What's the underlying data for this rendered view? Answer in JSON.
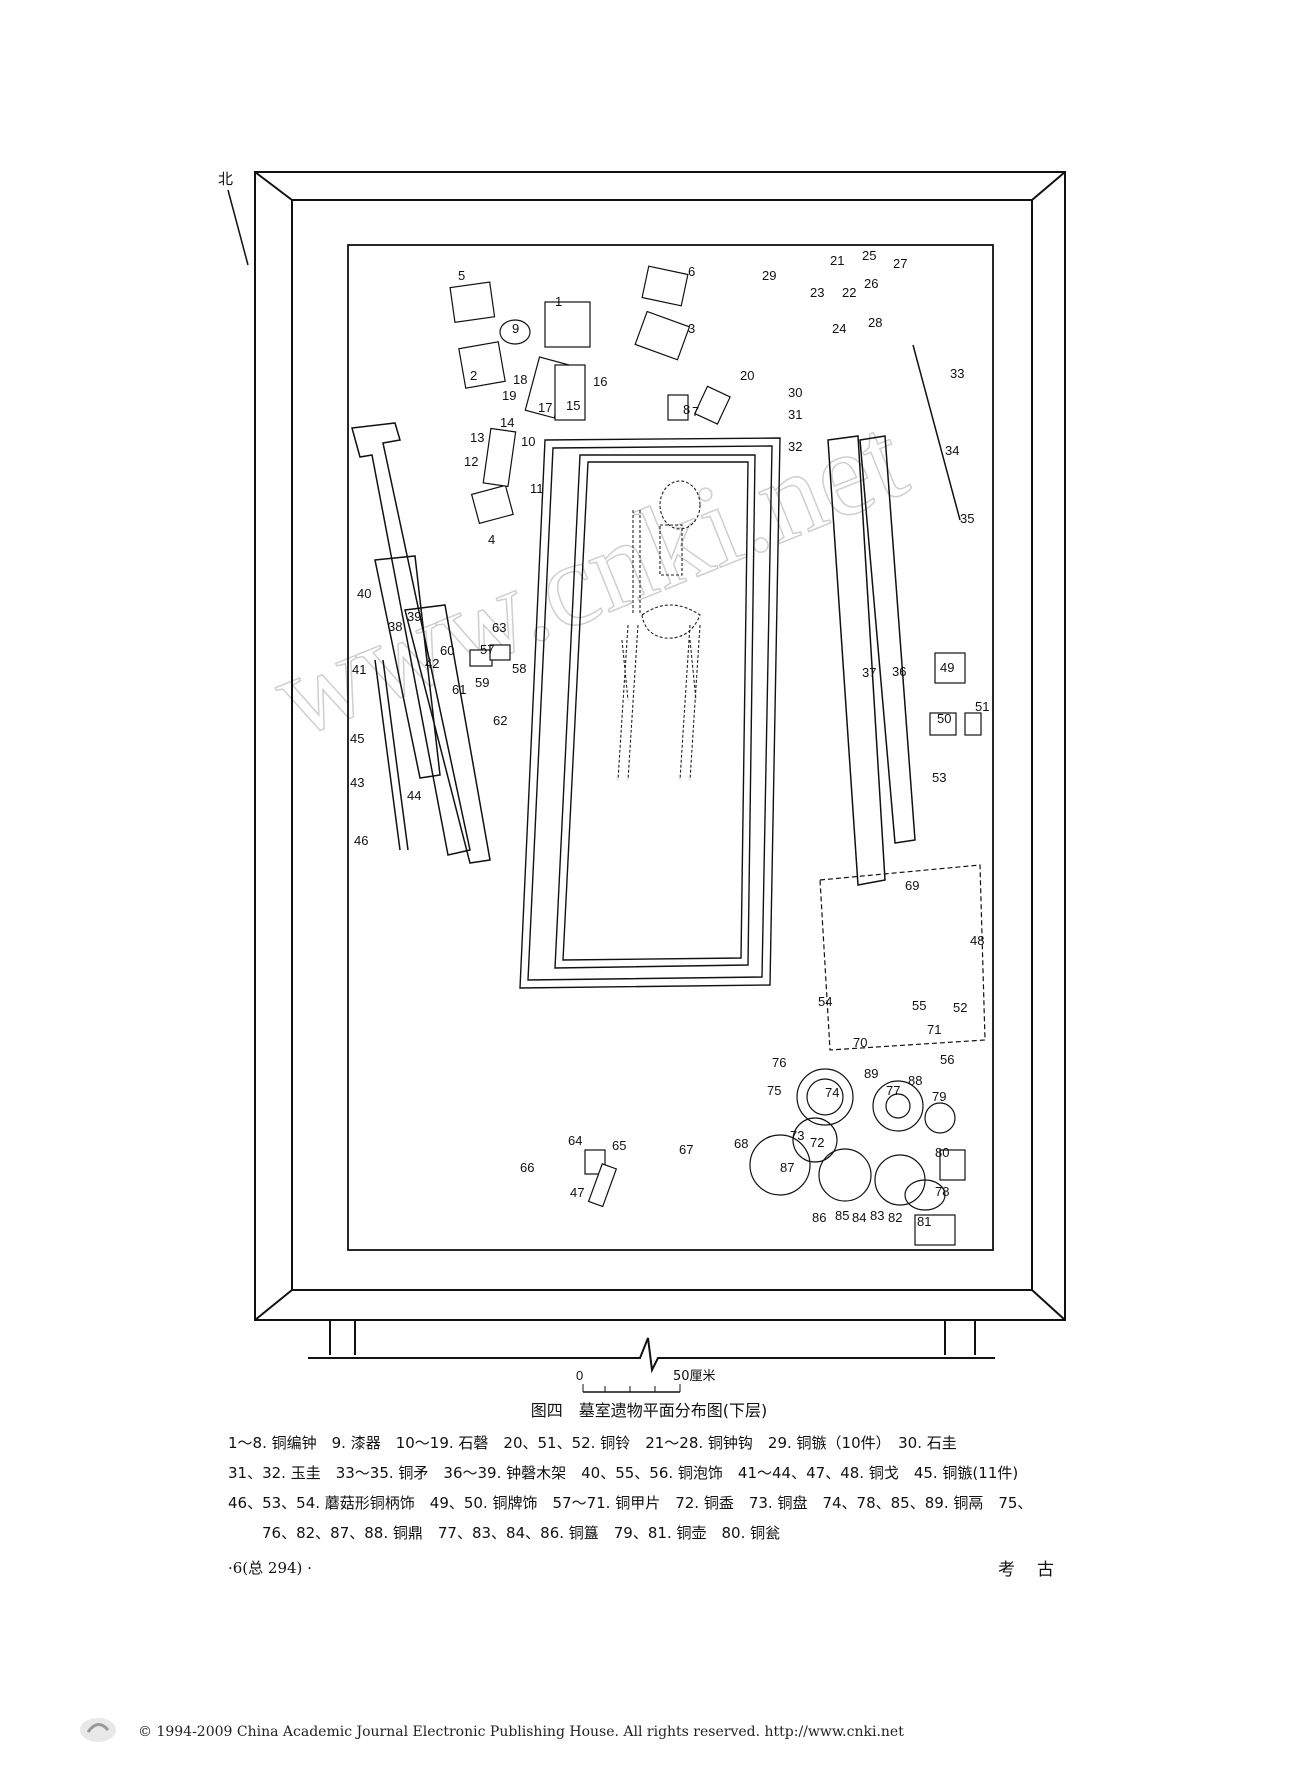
{
  "north_label": "北",
  "scale_bar": {
    "start": "0",
    "end": "50厘米"
  },
  "watermark": "www.cnki.net",
  "caption": "图四　墓室遗物平面分布图(下层)",
  "legend_lines": [
    "1～8. 铜编钟　9. 漆器　10～19. 石磬　20、51、52. 铜铃　21～28. 铜钟钩　29. 铜镞（10件）　30. 石圭",
    "31、32. 玉圭　33～35. 铜矛　36～39. 钟磬木架　40、55、56. 铜泡饰　41～44、47、48. 铜戈　45. 铜镞(11件)",
    "46、53、54. 蘑菇形铜柄饰　49、50. 铜牌饰　57～71. 铜甲片　72. 铜盉　73. 铜盘　74、78、85、89. 铜鬲　75、",
    "76、82、87、88. 铜鼎　77、83、84、86. 铜簋　79、81. 铜壶　80. 铜瓮"
  ],
  "labels": [
    {
      "t": "1"
    },
    {
      "t": "2"
    },
    {
      "t": "3"
    },
    {
      "t": "4"
    },
    {
      "t": "5"
    },
    {
      "t": "6"
    },
    {
      "t": "7"
    },
    {
      "t": "8"
    },
    {
      "t": "9"
    },
    {
      "t": "10"
    },
    {
      "t": "11"
    },
    {
      "t": "12"
    },
    {
      "t": "13"
    },
    {
      "t": "14"
    },
    {
      "t": "15"
    },
    {
      "t": "16"
    },
    {
      "t": "17"
    },
    {
      "t": "18"
    },
    {
      "t": "19"
    },
    {
      "t": "20"
    },
    {
      "t": "21"
    },
    {
      "t": "22"
    },
    {
      "t": "23"
    },
    {
      "t": "24"
    },
    {
      "t": "25"
    },
    {
      "t": "26"
    },
    {
      "t": "27"
    },
    {
      "t": "28"
    },
    {
      "t": "29"
    },
    {
      "t": "30"
    },
    {
      "t": "31"
    },
    {
      "t": "32"
    },
    {
      "t": "33"
    },
    {
      "t": "34"
    },
    {
      "t": "35"
    },
    {
      "t": "36"
    },
    {
      "t": "37"
    },
    {
      "t": "38"
    },
    {
      "t": "39"
    },
    {
      "t": "40"
    },
    {
      "t": "41"
    },
    {
      "t": "42"
    },
    {
      "t": "43"
    },
    {
      "t": "44"
    },
    {
      "t": "45"
    },
    {
      "t": "46"
    },
    {
      "t": "47"
    },
    {
      "t": "48"
    },
    {
      "t": "49"
    },
    {
      "t": "50"
    },
    {
      "t": "51"
    },
    {
      "t": "52"
    },
    {
      "t": "53"
    },
    {
      "t": "54"
    },
    {
      "t": "55"
    },
    {
      "t": "56"
    },
    {
      "t": "57"
    },
    {
      "t": "58"
    },
    {
      "t": "59"
    },
    {
      "t": "60"
    },
    {
      "t": "61"
    },
    {
      "t": "62"
    },
    {
      "t": "63"
    },
    {
      "t": "64"
    },
    {
      "t": "65"
    },
    {
      "t": "66"
    },
    {
      "t": "67"
    },
    {
      "t": "68"
    },
    {
      "t": "69"
    },
    {
      "t": "70"
    },
    {
      "t": "71"
    },
    {
      "t": "72"
    },
    {
      "t": "73"
    },
    {
      "t": "74"
    },
    {
      "t": "75"
    },
    {
      "t": "76"
    },
    {
      "t": "77"
    },
    {
      "t": "78"
    },
    {
      "t": "79"
    },
    {
      "t": "80"
    },
    {
      "t": "81"
    },
    {
      "t": "82"
    },
    {
      "t": "83"
    },
    {
      "t": "84"
    },
    {
      "t": "85"
    },
    {
      "t": "86"
    },
    {
      "t": "87"
    },
    {
      "t": "88"
    },
    {
      "t": "89"
    }
  ],
  "page_number": "·6(总 294) ·",
  "journal": "考古",
  "copyright": "© 1994-2009 China Academic Journal Electronic Publishing House. All rights reserved.    http://www.cnki.net"
}
